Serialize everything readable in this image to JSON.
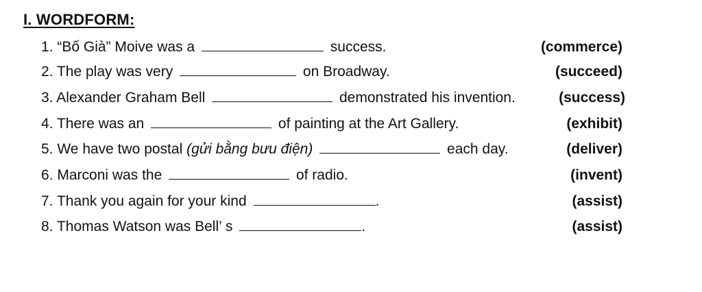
{
  "heading": "I. WORDFORM:",
  "items": [
    {
      "num": "1.",
      "before": "“Bố Già” Moive was a",
      "after": "success.",
      "hint": "(commerce)"
    },
    {
      "num": "2.",
      "before": "The play was very",
      "after": "on Broadway.",
      "hint": "(succeed)"
    },
    {
      "num": "3.",
      "before": "Alexander Graham Bell",
      "after": "demonstrated his invention.",
      "hint": "(success)"
    },
    {
      "num": "4.",
      "before": "There was an",
      "after": "of painting at the Art Gallery.",
      "hint": "(exhibit)"
    },
    {
      "num": "5.",
      "before": "We have two postal",
      "italic": "(gửi bằng bưu điện)",
      "after": "each day.",
      "hint": "(deliver)"
    },
    {
      "num": "6.",
      "before": "Marconi was the",
      "after": "of radio.",
      "hint": "(invent)"
    },
    {
      "num": "7.",
      "before": "Thank you again for your kind",
      "after": ".",
      "hint": "(assist)"
    },
    {
      "num": "8.",
      "before": "Thomas Watson was Bell’ s",
      "after": ".",
      "hint": "(assist)"
    }
  ]
}
